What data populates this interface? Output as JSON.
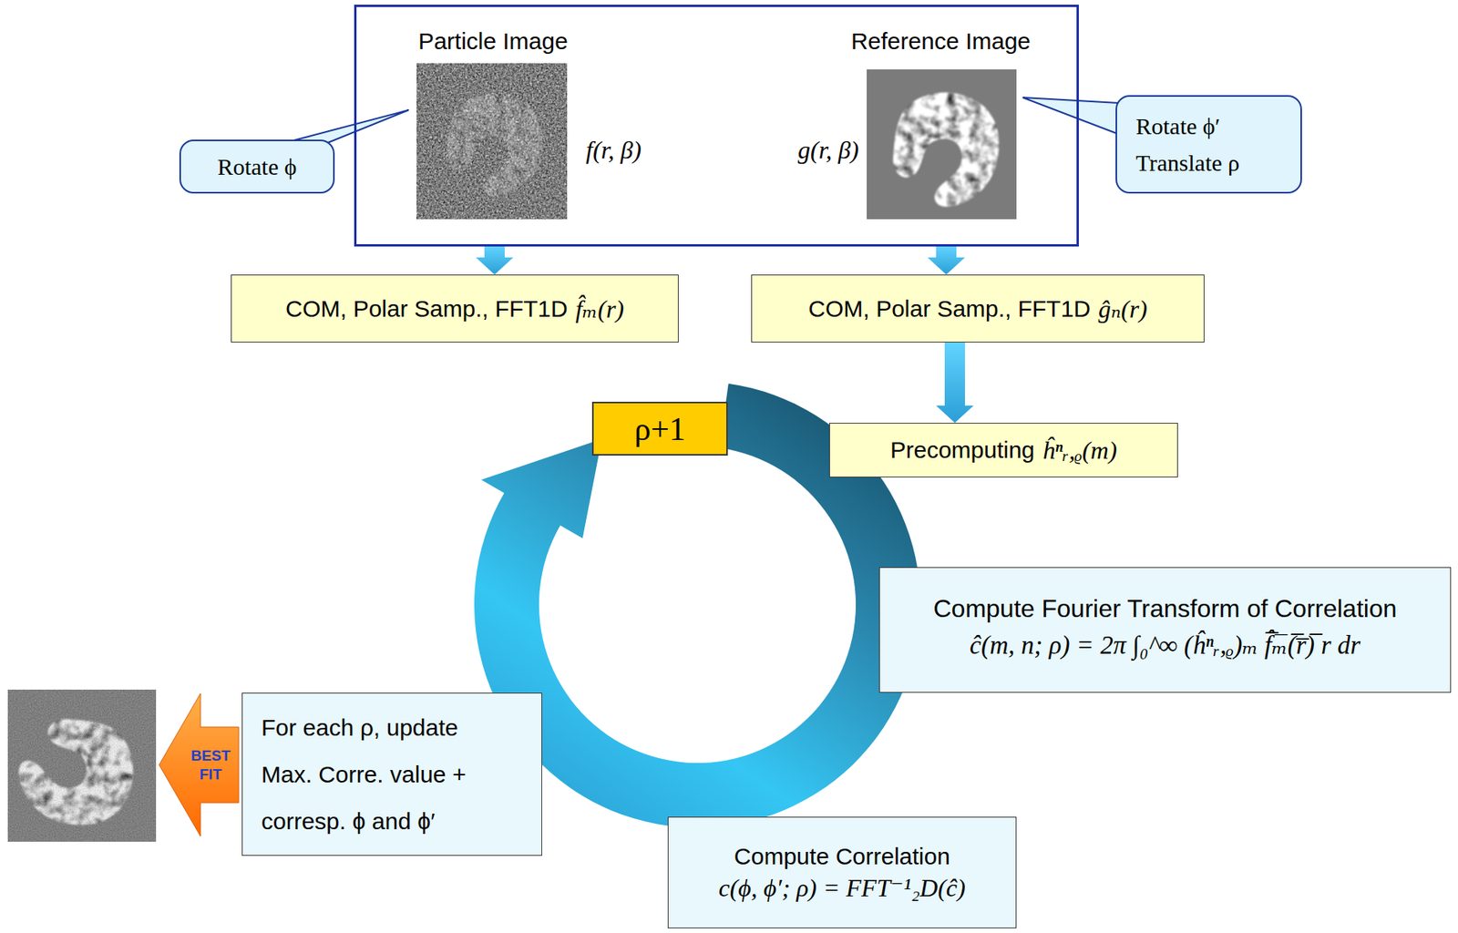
{
  "diagram": {
    "nodes": [
      {
        "text": [
          "Particle Image",
          "Reference Image",
          "f(r, β)",
          "g(r, β)"
        ]
      },
      {
        "text": [
          "Rotate ϕ"
        ]
      },
      {
        "text": [
          "Rotate ϕ′",
          "Translate ρ"
        ]
      },
      {
        "text": [
          "COM, Polar Samp., FFT1D",
          "f̂ₘ(r)"
        ]
      },
      {
        "text": [
          "COM, Polar Samp., FFT1D",
          "ĝₙ(r)"
        ]
      },
      {
        "text": [
          "ρ+1"
        ]
      },
      {
        "text": [
          "Precomputing",
          "ĥⁿᵣ,ᵨ(m)"
        ]
      },
      {
        "text": [
          "Compute Fourier Transform of Correlation",
          "ĉ(m, n; ρ) = 2π ∫₀^∞ (ĥⁿᵣ,ᵨ)ₘ f̂̅ₘ̅(̅r̅)̅ r dr"
        ]
      },
      {
        "text": [
          "For each ρ, update Max. Corre. value + corresp. ϕ and ϕ′"
        ]
      },
      {
        "text": [
          "BEST FIT"
        ]
      },
      {
        "text": [
          "Compute Correlation",
          "c(ϕ, ϕ′; ρ) = FFT⁻¹₂D(ĉ)"
        ]
      }
    ],
    "edges": [
      {
        "from": 0,
        "to": 3,
        "arrow": "to"
      },
      {
        "from": 0,
        "to": 4,
        "arrow": "to"
      },
      {
        "from": 4,
        "to": 6,
        "arrow": "to"
      }
    ]
  }
}
